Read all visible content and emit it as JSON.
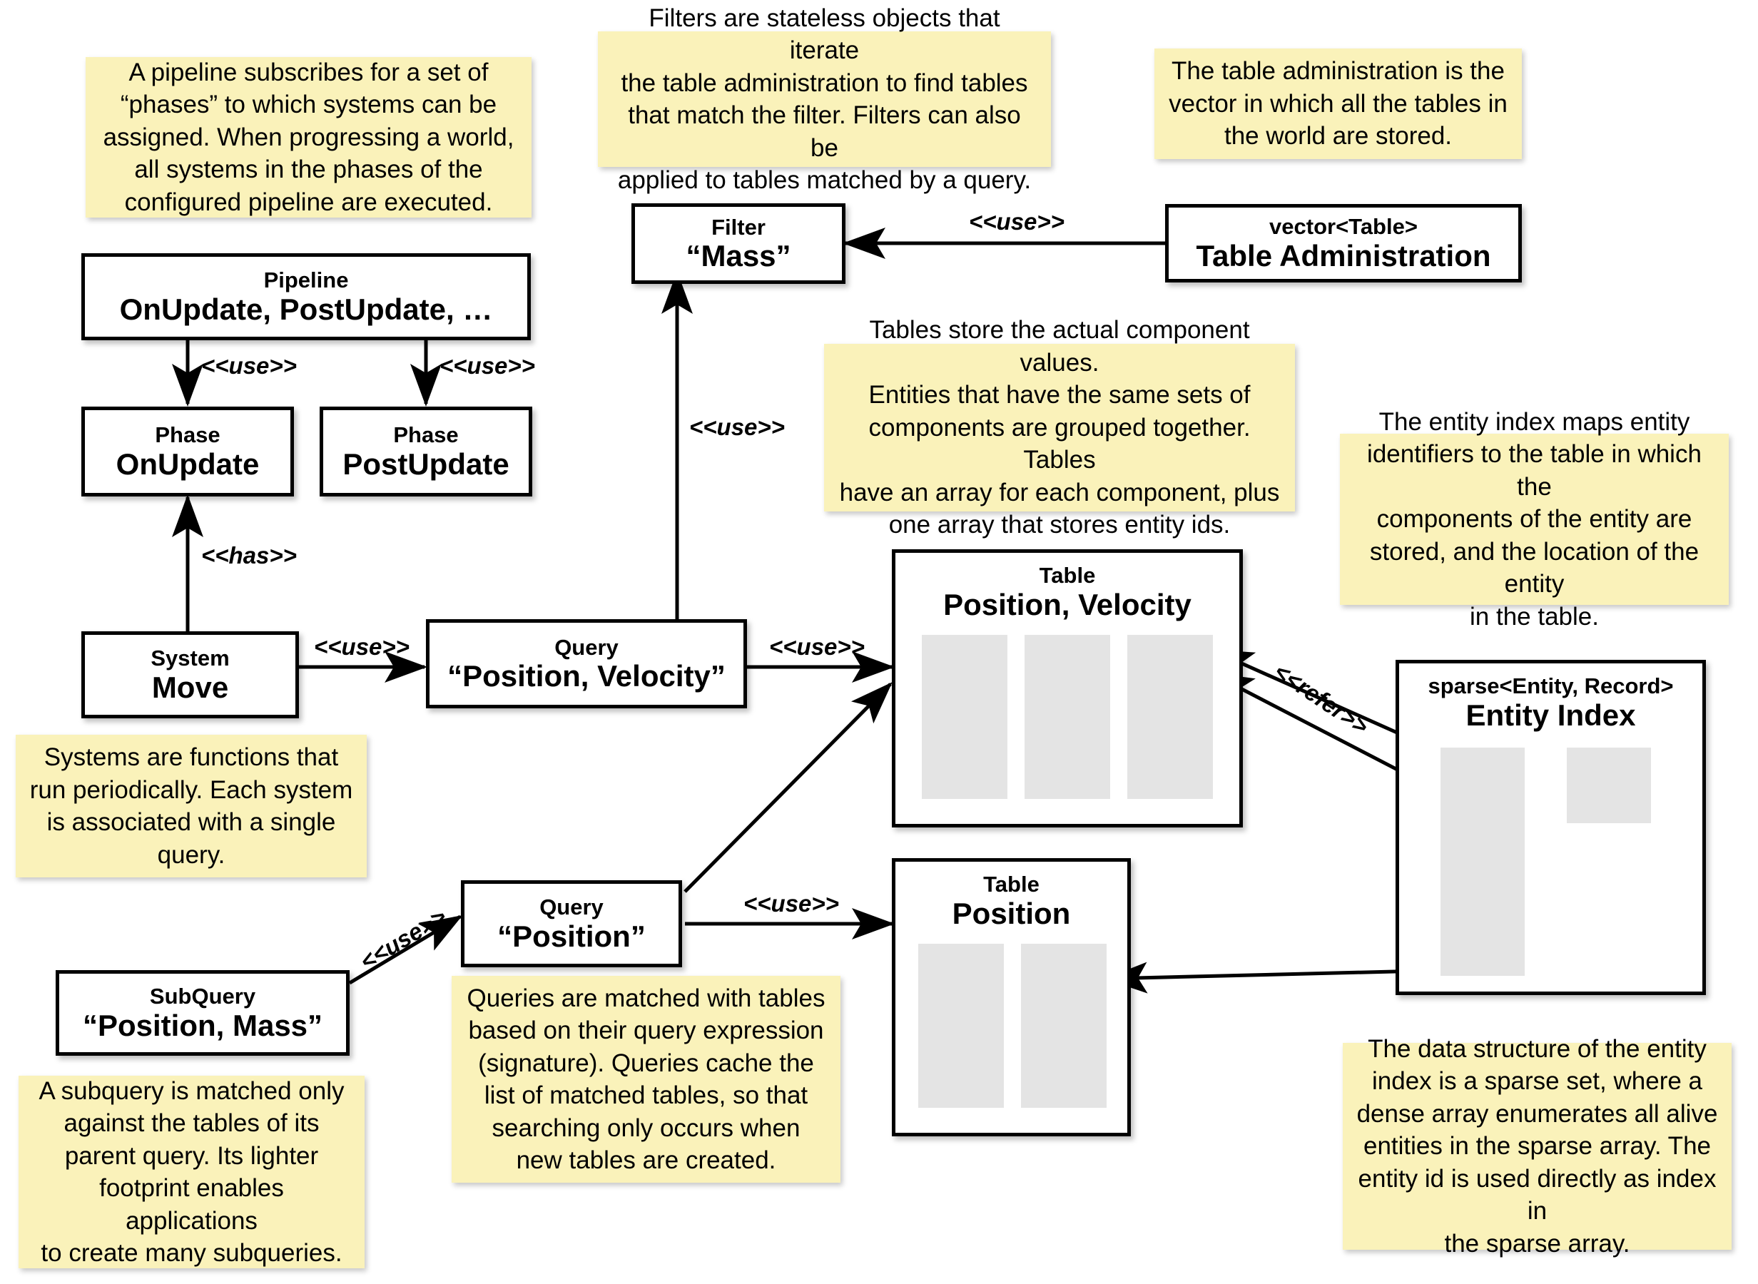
{
  "diagram": {
    "title": "ECS architecture diagram",
    "colors": {
      "note_background": "#faf2ba",
      "box_background": "#ffffff",
      "box_border": "#000000",
      "column_fill": "#e4e4e4"
    }
  },
  "notes": [
    {
      "id": "pipeline-note",
      "text": "A pipeline subscribes for a set of\n“phases” to which systems can be\nassigned. When progressing a world,\nall systems in the phases of the\nconfigured pipeline are executed."
    },
    {
      "id": "filter-note",
      "text": "Filters are stateless objects that iterate\nthe table administration to find tables\nthat match the filter. Filters can also be\napplied to tables matched by a query."
    },
    {
      "id": "table-admin-note",
      "text": "The table administration is the\nvector in which all the tables in\nthe world are stored."
    },
    {
      "id": "tables-note",
      "text": "Tables store the actual component values.\nEntities that have the same sets of\ncomponents are grouped together. Tables\nhave an array for each component, plus\none array that stores entity ids."
    },
    {
      "id": "entity-index-note",
      "text": "The entity index maps entity\nidentifiers to the table in which the\ncomponents of the entity are\nstored, and the location of the entity\nin the table."
    },
    {
      "id": "systems-note",
      "text": "Systems are functions that\nrun periodically. Each system\nis associated with a single\nquery."
    },
    {
      "id": "queries-note",
      "text": "Queries are matched with tables\nbased on their query expression\n(signature). Queries cache the\nlist of matched tables, so that\nsearching only occurs when\nnew tables are created."
    },
    {
      "id": "subquery-note",
      "text": "A subquery is matched only\nagainst the tables of its\nparent query. Its lighter\nfootprint enables applications\nto create many subqueries."
    },
    {
      "id": "sparse-note",
      "text": "The data structure of the entity\nindex is a sparse set, where a\ndense array enumerates all alive\nentities in the sparse array. The\nentity id is used directly as index in\nthe sparse array."
    }
  ],
  "boxes": [
    {
      "id": "pipeline",
      "stereotype": "Pipeline",
      "name": "OnUpdate, PostUpdate, …"
    },
    {
      "id": "phase-onupdate",
      "stereotype": "Phase",
      "name": "OnUpdate"
    },
    {
      "id": "phase-postupdate",
      "stereotype": "Phase",
      "name": "PostUpdate"
    },
    {
      "id": "system-move",
      "stereotype": "System",
      "name": "Move"
    },
    {
      "id": "filter-mass",
      "stereotype": "Filter",
      "name": "“Mass”"
    },
    {
      "id": "table-admin",
      "stereotype": "vector<Table>",
      "name": "Table Administration"
    },
    {
      "id": "query-pos-vel",
      "stereotype": "Query",
      "name": "“Position, Velocity”"
    },
    {
      "id": "query-pos",
      "stereotype": "Query",
      "name": "“Position”"
    },
    {
      "id": "subquery",
      "stereotype": "SubQuery",
      "name": "“Position, Mass”"
    },
    {
      "id": "table-pos-vel",
      "stereotype": "Table",
      "name": "Position, Velocity",
      "columns": 3
    },
    {
      "id": "table-pos",
      "stereotype": "Table",
      "name": "Position",
      "columns": 2
    },
    {
      "id": "entity-index",
      "stereotype": "sparse<Entity, Record>",
      "name": "Entity Index"
    }
  ],
  "edge_labels": {
    "use": "<<use>>",
    "has": "<<has>>",
    "refer": "<<refer>>"
  },
  "edges": [
    {
      "from": "pipeline",
      "to": "phase-onupdate",
      "label": "<<use>>"
    },
    {
      "from": "pipeline",
      "to": "phase-postupdate",
      "label": "<<use>>"
    },
    {
      "from": "system-move",
      "to": "phase-onupdate",
      "label": "<<has>>"
    },
    {
      "from": "system-move",
      "to": "query-pos-vel",
      "label": "<<use>>"
    },
    {
      "from": "query-pos-vel",
      "to": "filter-mass",
      "label": "<<use>>"
    },
    {
      "from": "table-admin",
      "to": "filter-mass",
      "label": "<<use>>"
    },
    {
      "from": "query-pos-vel",
      "to": "table-pos-vel",
      "label": "<<use>>"
    },
    {
      "from": "query-pos",
      "to": "table-pos-vel",
      "label": "<<use>>"
    },
    {
      "from": "query-pos",
      "to": "table-pos",
      "label": "<<use>>"
    },
    {
      "from": "subquery",
      "to": "query-pos",
      "label": "<<use>>"
    },
    {
      "from": "entity-index",
      "to": "table-pos-vel",
      "label": "<<refer>>"
    },
    {
      "from": "entity-index",
      "to": "table-pos",
      "label": ""
    }
  ]
}
